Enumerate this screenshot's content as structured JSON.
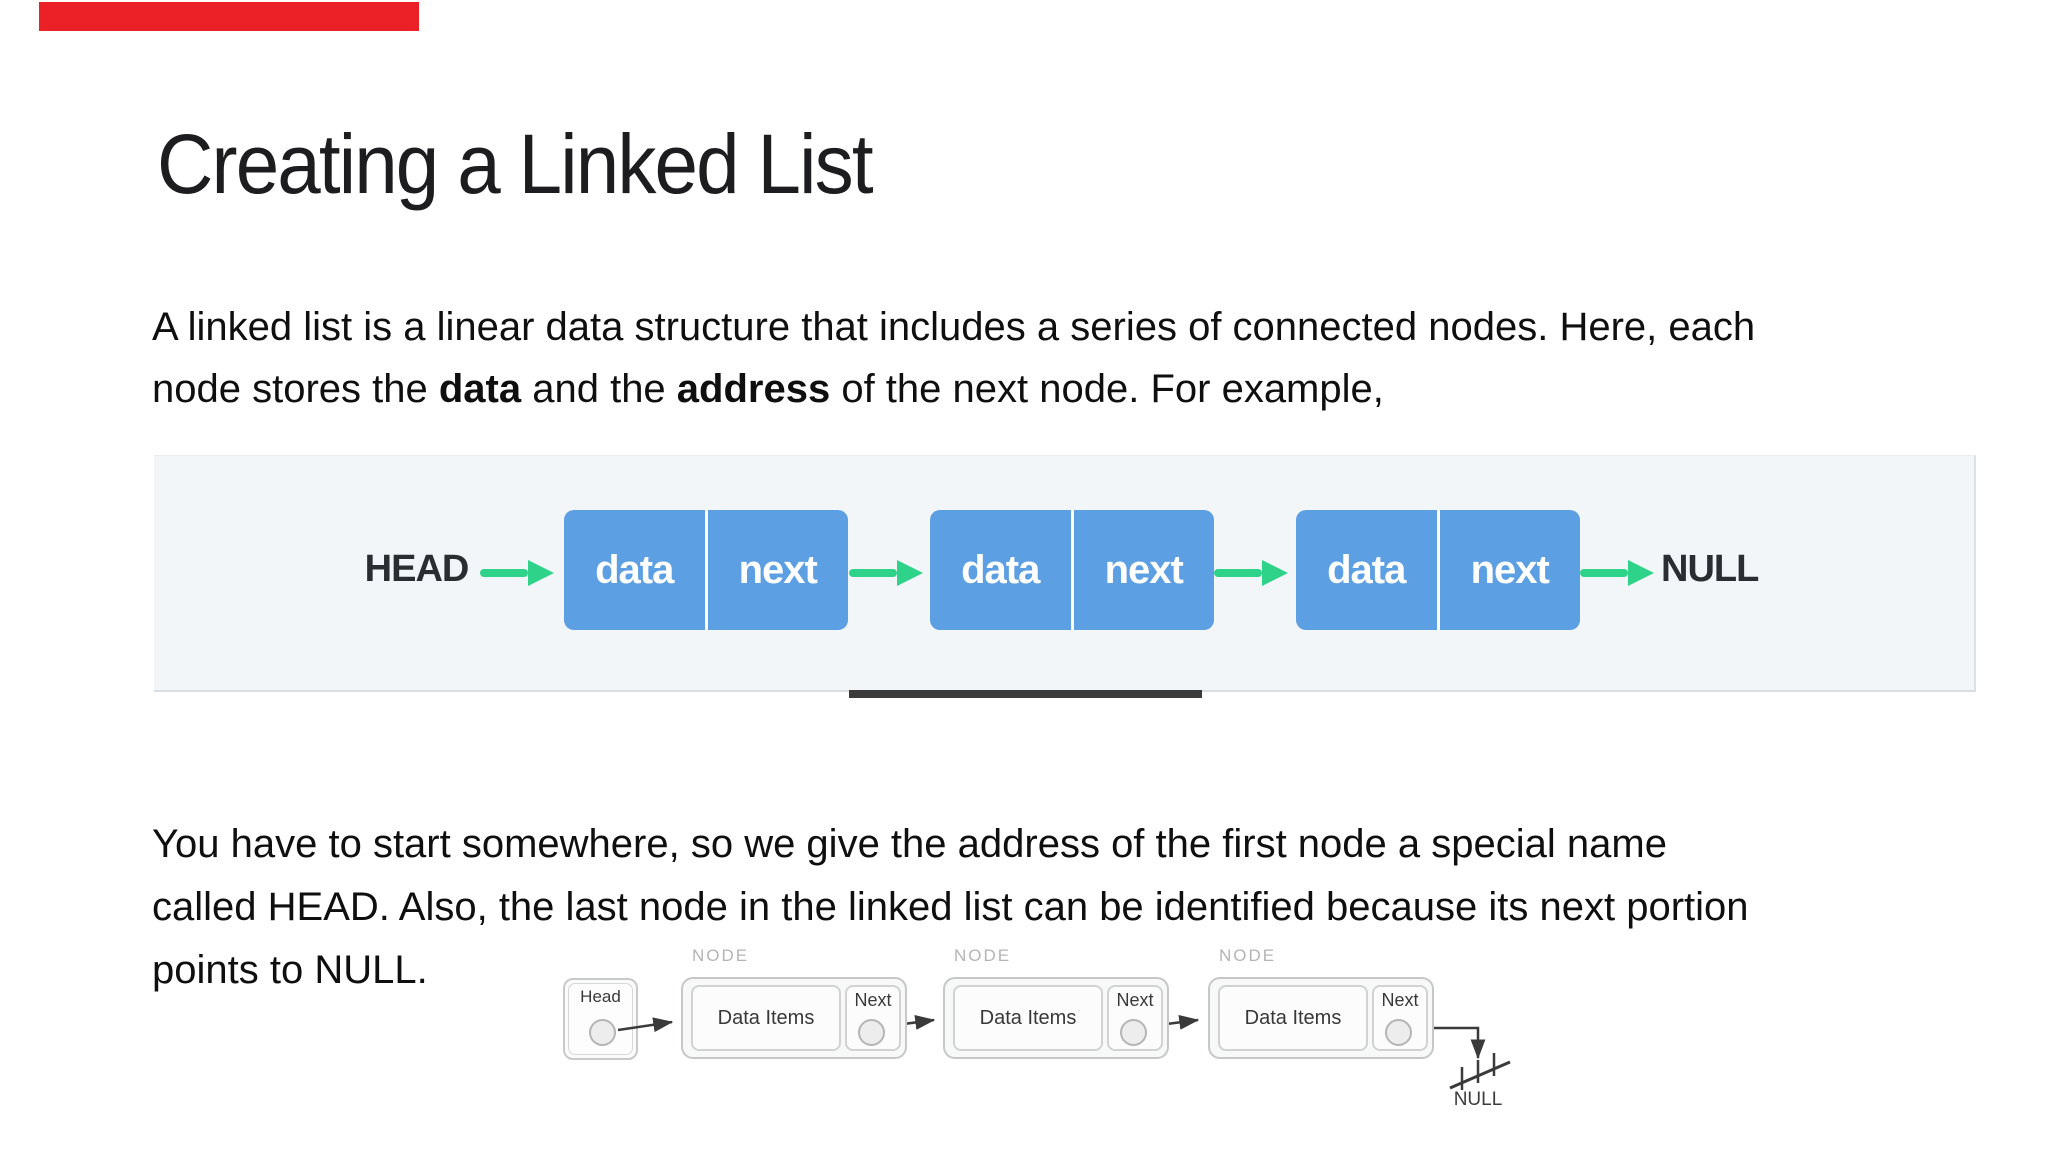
{
  "annotation": {
    "bar_color": "#ec2127"
  },
  "slide": {
    "title": "Creating a Linked List",
    "intro": {
      "line1": "A linked list is a linear data structure that includes a series of connected nodes. Here, each",
      "line2_segments": [
        {
          "text": "node stores the ",
          "bold": false
        },
        {
          "text": "data",
          "bold": true
        },
        {
          "text": " and the ",
          "bold": false
        },
        {
          "text": "address",
          "bold": true
        },
        {
          "text": " of the next node. For example,",
          "bold": false
        }
      ]
    },
    "body": {
      "line1": "You have to start somewhere, so we give the address of the first node a special name",
      "line2": "called HEAD. Also, the last node in the linked list can be identified because its next portion",
      "line3": "points to NULL."
    }
  },
  "diagram1": {
    "head_label": "HEAD",
    "null_label": "NULL",
    "nodes": [
      {
        "data": "data",
        "next": "next"
      },
      {
        "data": "data",
        "next": "next"
      },
      {
        "data": "data",
        "next": "next"
      }
    ],
    "colors": {
      "box_blue": "#5c9fe2",
      "arrow_green": "#2ed389",
      "band_bg": "#f2f6f8",
      "label_dark": "#2a2d31",
      "underline_dark": "#3c3c3c"
    }
  },
  "diagram2": {
    "head_box_label": "Head",
    "null_label": "NULL",
    "nodes": [
      {
        "caption": "NODE",
        "data": "Data Items",
        "next": "Next"
      },
      {
        "caption": "NODE",
        "data": "Data Items",
        "next": "Next"
      },
      {
        "caption": "NODE",
        "data": "Data Items",
        "next": "Next"
      }
    ]
  }
}
